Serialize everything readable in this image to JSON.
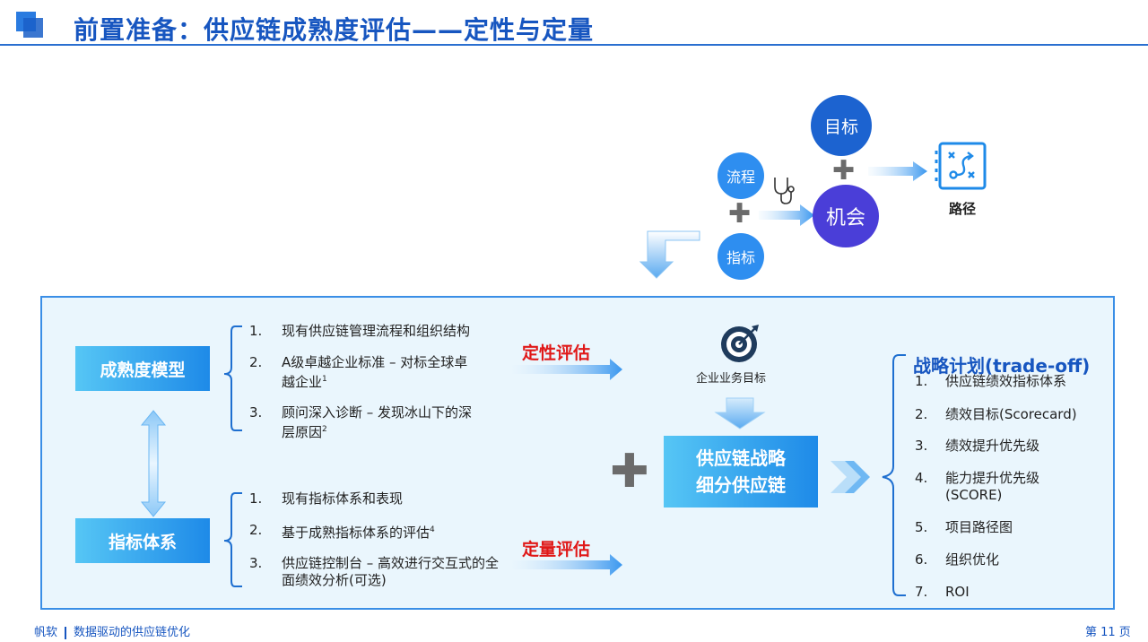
{
  "header": {
    "title": "前置准备：供应链成熟度评估——定性与定量"
  },
  "diagram": {
    "circle_target": "目标",
    "circle_flow": "流程",
    "circle_index": "指标",
    "circle_opportunity": "机会",
    "route_label": "路径"
  },
  "left": {
    "model_box": "成熟度模型",
    "kpi_box": "指标体系",
    "model_items": [
      {
        "num": "1.",
        "line1": "现有供应链管理流程和组织结构",
        "line2": ""
      },
      {
        "num": "2.",
        "line1": "A级卓越企业标准 – 对标全球卓",
        "line2": "越企业",
        "sup": "1"
      },
      {
        "num": "3.",
        "line1": "顾问深入诊断 – 发现冰山下的深",
        "line2": "层原因",
        "sup": "2"
      }
    ],
    "kpi_items": [
      {
        "num": "1.",
        "line1": "现有指标体系和表现",
        "line2": ""
      },
      {
        "num": "2.",
        "line1": "基于成熟指标体系的评估",
        "line2": "",
        "sup": "4"
      },
      {
        "num": "3.",
        "line1": "供应链控制台 – 高效进行交互式的全",
        "line2": "面绩效分析(可选)"
      }
    ]
  },
  "middle": {
    "qualitative": "定性评估",
    "quantitative": "定量评估",
    "business_goal": "企业业务目标",
    "center_line1": "供应链战略",
    "center_line2": "细分供应链"
  },
  "strategy": {
    "title": "战略计划(trade-off)",
    "items": [
      {
        "num": "1.",
        "line1": "供应链绩效指标体系",
        "line2": ""
      },
      {
        "num": "2.",
        "line1": "绩效目标(Scorecard)",
        "line2": ""
      },
      {
        "num": "3.",
        "line1": "绩效提升优先级",
        "line2": ""
      },
      {
        "num": "4.",
        "line1": "能力提升优先级",
        "line2": "(SCORE)"
      },
      {
        "num": "5.",
        "line1": "项目路径图",
        "line2": ""
      },
      {
        "num": "6.",
        "line1": "组织优化",
        "line2": ""
      },
      {
        "num": "7.",
        "line1": "ROI",
        "line2": ""
      }
    ]
  },
  "footer": {
    "brand": "帆软",
    "subtitle": "数据驱动的供应链优化",
    "page": "第 11 页"
  },
  "colors": {
    "primary": "#1756c0",
    "accent_red": "#e01818",
    "panel_bg": "#eaf6fd"
  }
}
